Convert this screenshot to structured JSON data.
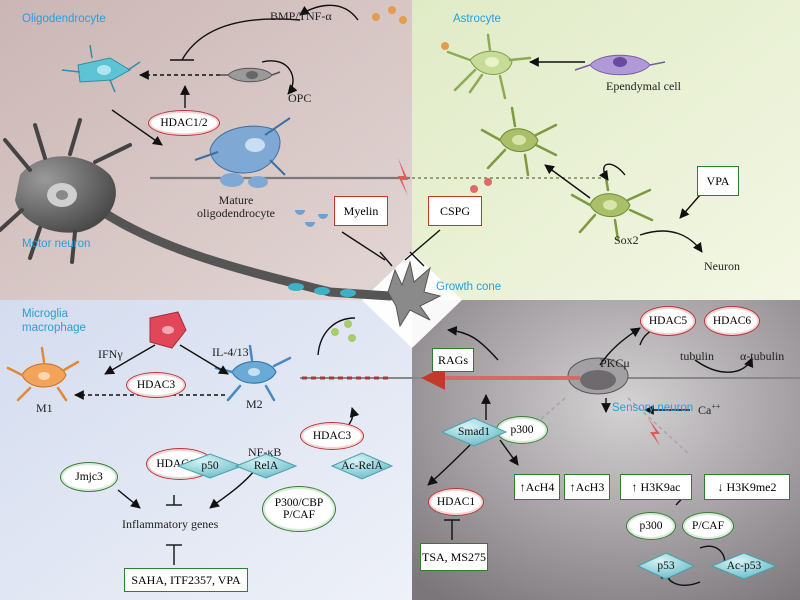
{
  "regions": {
    "oligodendrocyte": "Oligodendrocyte",
    "astrocyte": "Astrocyte",
    "motor_neuron": "Motor neuron",
    "growth_cone": "Growth cone",
    "microglia": "Microglia\nmacrophage",
    "sensory_neuron": "Sensory neuron"
  },
  "labels": {
    "bmp_tnf": "BMP/TNF-α",
    "opc": "OPC",
    "mature_oligo": "Mature\noligodendrocyte",
    "ependymal": "Ependymal cell",
    "sox2": "Sox2",
    "neuron": "Neuron",
    "ifng": "IFNγ",
    "il4": "IL-4/13",
    "m1": "M1",
    "m2": "M2",
    "nfkb": "NF-κB",
    "inflammatory": "Inflammatory genes",
    "pkc": "PKCμ",
    "tubulin": "tubulin",
    "alpha_tubulin": "α-tubulin",
    "ca": "Ca",
    "ca_sup": "++"
  },
  "red_boxes": {
    "myelin": "Myelin",
    "cspg": "CSPG"
  },
  "green_boxes": {
    "vpa": "VPA",
    "rags": "RAGs",
    "tsa": "TSA, MS275",
    "saha": "SAHA, ITF2357, VPA",
    "acH4": "AcH4",
    "acH3": "AcH3",
    "h3k9ac": "H3K9ac",
    "h3k9me2": "H3K9me2"
  },
  "red_ellipses": {
    "hdac12_top": "HDAC1/2",
    "hdac3_mid": "HDAC3",
    "hdac3_nfkb": "HDAC3",
    "hdac12_bottom": "HDAC1/2",
    "hdac1": "HDAC1",
    "hdac5": "HDAC5",
    "hdac6": "HDAC6"
  },
  "green_ellipses": {
    "jmjc3": "Jmjc3",
    "p300_cbp": "P300/CBP\nP/CAF",
    "p300_smad": "p300",
    "p300_bottom": "p300",
    "pcaf": "P/CAF"
  },
  "diamonds": {
    "p50": "p50",
    "rela": "RelA",
    "ac_rela": "Ac-RelA",
    "smad1": "Smad1",
    "p53": "p53",
    "ac_p53": "Ac-p53"
  },
  "arrows_glyph": {
    "up": "↑",
    "down": "↓"
  },
  "colors": {
    "oligo_bg": "#d6c4c3",
    "astro_bg": "#e9f1d4",
    "micro_bg": "#dfe5f1",
    "sensory_bg": "#8f8a8e",
    "accent_blue": "#2a9fd6",
    "inhibit_red": "#c0392b",
    "green": "#2e7d32"
  }
}
